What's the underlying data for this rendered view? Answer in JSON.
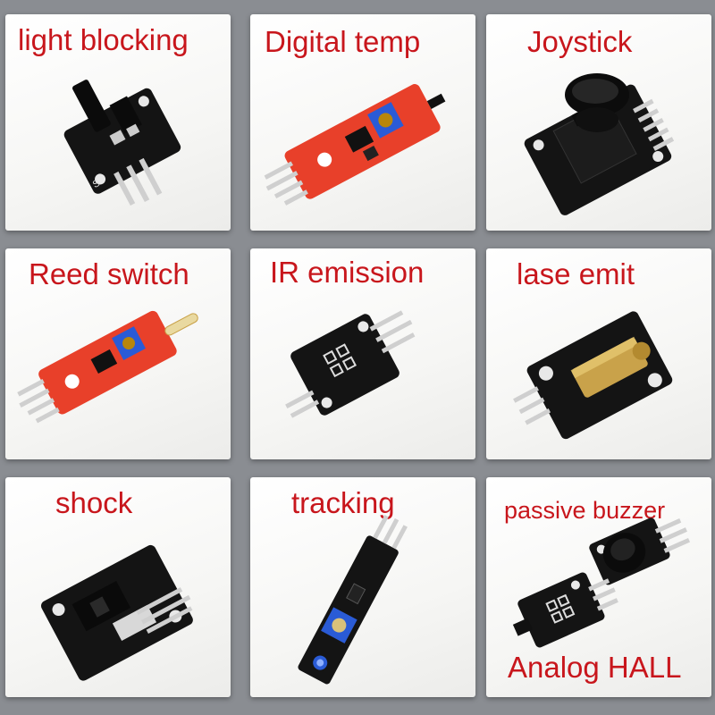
{
  "labels": {
    "light_blocking": "light blocking",
    "digital_temp": "Digital temp",
    "joystick": "Joystick",
    "reed_switch": "Reed switch",
    "ir_emission": "IR emission",
    "lase_emit": "lase emit",
    "shock": "shock",
    "tracking": "tracking",
    "passive_buzzer": "passive buzzer",
    "analog_hall": "Analog HALL"
  },
  "pcb_marks": {
    "signal_pin": "S",
    "minus_pin": "-"
  },
  "colors": {
    "label_red": "#c8161c",
    "board_black": "#141414",
    "board_red": "#e8402a",
    "pot_blue": "#2a5bd6",
    "brass": "#c9a24a"
  }
}
